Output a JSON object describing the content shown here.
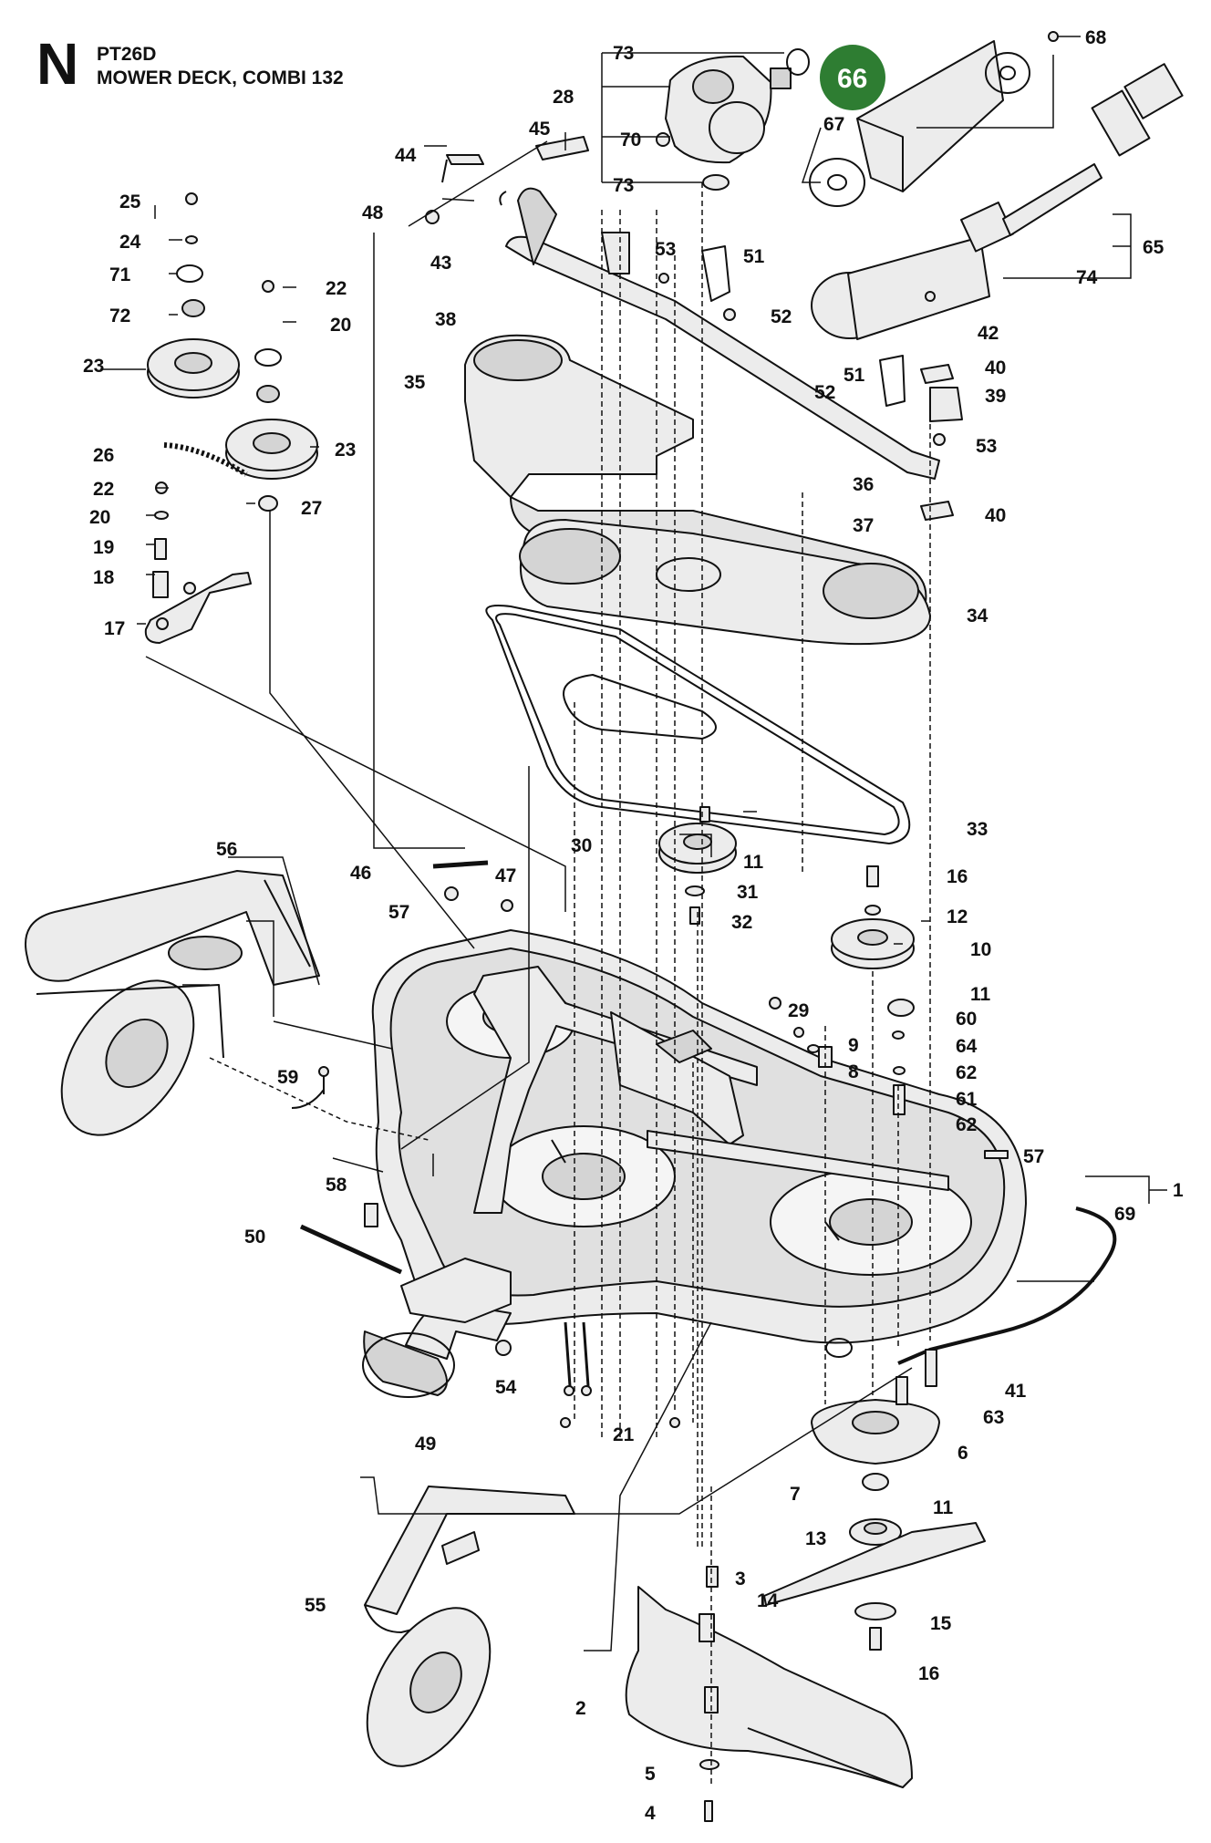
{
  "header": {
    "section_letter": "N",
    "model": "PT26D",
    "title": "MOWER DECK, COMBI 132"
  },
  "highlight": {
    "label": "66",
    "color": "#2e7d32"
  },
  "colors": {
    "line": "#111111",
    "part_fill": "#ececec",
    "part_fill_dark": "#d4d4d4"
  },
  "callouts": [
    {
      "id": "73a",
      "label": "73"
    },
    {
      "id": "28",
      "label": "28"
    },
    {
      "id": "70",
      "label": "70"
    },
    {
      "id": "73b",
      "label": "73"
    },
    {
      "id": "68",
      "label": "68"
    },
    {
      "id": "67",
      "label": "67"
    },
    {
      "id": "45",
      "label": "45"
    },
    {
      "id": "44",
      "label": "44"
    },
    {
      "id": "48",
      "label": "48"
    },
    {
      "id": "43",
      "label": "43"
    },
    {
      "id": "38",
      "label": "38"
    },
    {
      "id": "25",
      "label": "25"
    },
    {
      "id": "24",
      "label": "24"
    },
    {
      "id": "71",
      "label": "71"
    },
    {
      "id": "72",
      "label": "72"
    },
    {
      "id": "23a",
      "label": "23"
    },
    {
      "id": "22a",
      "label": "22"
    },
    {
      "id": "20a",
      "label": "20"
    },
    {
      "id": "23b",
      "label": "23"
    },
    {
      "id": "26",
      "label": "26"
    },
    {
      "id": "22b",
      "label": "22"
    },
    {
      "id": "20b",
      "label": "20"
    },
    {
      "id": "19",
      "label": "19"
    },
    {
      "id": "18",
      "label": "18"
    },
    {
      "id": "17",
      "label": "17"
    },
    {
      "id": "27",
      "label": "27"
    },
    {
      "id": "53a",
      "label": "53"
    },
    {
      "id": "51a",
      "label": "51"
    },
    {
      "id": "52a",
      "label": "52"
    },
    {
      "id": "65",
      "label": "65"
    },
    {
      "id": "74",
      "label": "74"
    },
    {
      "id": "42",
      "label": "42"
    },
    {
      "id": "40a",
      "label": "40"
    },
    {
      "id": "51b",
      "label": "51"
    },
    {
      "id": "52b",
      "label": "52"
    },
    {
      "id": "39",
      "label": "39"
    },
    {
      "id": "53b",
      "label": "53"
    },
    {
      "id": "35",
      "label": "35"
    },
    {
      "id": "36",
      "label": "36"
    },
    {
      "id": "37",
      "label": "37"
    },
    {
      "id": "40b",
      "label": "40"
    },
    {
      "id": "34",
      "label": "34"
    },
    {
      "id": "33",
      "label": "33"
    },
    {
      "id": "30",
      "label": "30"
    },
    {
      "id": "11a",
      "label": "11"
    },
    {
      "id": "31",
      "label": "31"
    },
    {
      "id": "32",
      "label": "32"
    },
    {
      "id": "56",
      "label": "56"
    },
    {
      "id": "46",
      "label": "46"
    },
    {
      "id": "47",
      "label": "47"
    },
    {
      "id": "57a",
      "label": "57"
    },
    {
      "id": "16a",
      "label": "16"
    },
    {
      "id": "12",
      "label": "12"
    },
    {
      "id": "10",
      "label": "10"
    },
    {
      "id": "11b",
      "label": "11"
    },
    {
      "id": "29",
      "label": "29"
    },
    {
      "id": "60",
      "label": "60"
    },
    {
      "id": "64",
      "label": "64"
    },
    {
      "id": "9",
      "label": "9"
    },
    {
      "id": "8",
      "label": "8"
    },
    {
      "id": "62a",
      "label": "62"
    },
    {
      "id": "61",
      "label": "61"
    },
    {
      "id": "62b",
      "label": "62"
    },
    {
      "id": "59",
      "label": "59"
    },
    {
      "id": "57b",
      "label": "57"
    },
    {
      "id": "1",
      "label": "1"
    },
    {
      "id": "69",
      "label": "69"
    },
    {
      "id": "58",
      "label": "58"
    },
    {
      "id": "50",
      "label": "50"
    },
    {
      "id": "54",
      "label": "54"
    },
    {
      "id": "49",
      "label": "49"
    },
    {
      "id": "41",
      "label": "41"
    },
    {
      "id": "63",
      "label": "63"
    },
    {
      "id": "21",
      "label": "21"
    },
    {
      "id": "6",
      "label": "6"
    },
    {
      "id": "7",
      "label": "7"
    },
    {
      "id": "11c",
      "label": "11"
    },
    {
      "id": "13",
      "label": "13"
    },
    {
      "id": "3",
      "label": "3"
    },
    {
      "id": "55",
      "label": "55"
    },
    {
      "id": "14",
      "label": "14"
    },
    {
      "id": "15",
      "label": "15"
    },
    {
      "id": "16b",
      "label": "16"
    },
    {
      "id": "2",
      "label": "2"
    },
    {
      "id": "5",
      "label": "5"
    },
    {
      "id": "4",
      "label": "4"
    }
  ]
}
